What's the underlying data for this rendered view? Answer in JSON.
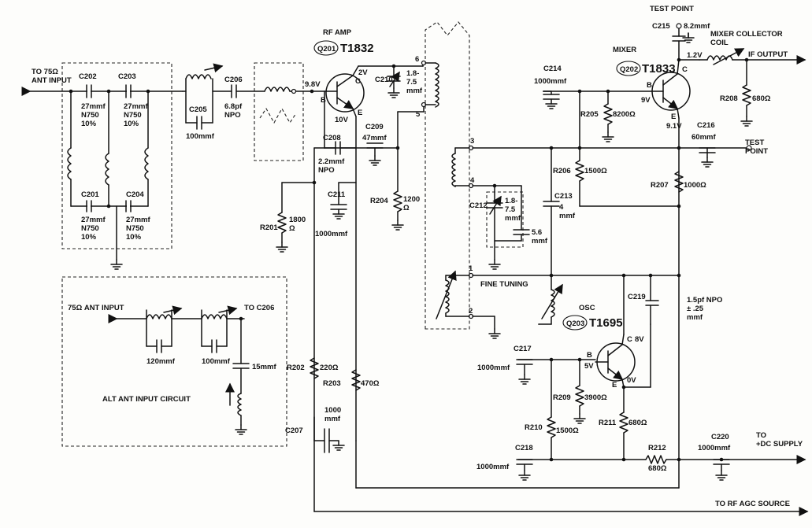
{
  "labels": {
    "ant_in": "TO 75Ω\nANT INPUT",
    "c202": "C202",
    "c202v": "27mmf\nN750\n10%",
    "c203": "C203",
    "c203v": "27mmf\nN750\n10%",
    "c201": "C201",
    "c201v": "27mmf\nN750\n10%",
    "c204": "C204",
    "c204v": "27mmf\nN750\n10%",
    "c205": "C205",
    "c205v": "100mmf",
    "c206": "C206",
    "c206v": "6.8pf\nNPO",
    "rfamp": "RF AMP",
    "q201": "Q201",
    "t1832": "T1832",
    "v98": "9.8V",
    "v2": "2V",
    "v10": "10V",
    "b": "B",
    "c": "C",
    "e": "E",
    "c210": "C210",
    "c210v": "1.8-\n7.5\nmmf",
    "c209": "C209",
    "c209v": "47mmf",
    "c208": "C208",
    "c208v": "2.2mmf\nNPO",
    "c211": "C211",
    "c211v": "1000mmf",
    "r201": "R201",
    "r201v": "1800\nΩ",
    "r204": "R204",
    "r204v": "1200\nΩ",
    "t6": "6",
    "t5": "5",
    "t3": "3",
    "t4": "4",
    "t1": "1",
    "t2": "2",
    "c212": "C212",
    "c212v": "1.8-\n7.5\nmmf",
    "c212b": "5.6\nmmf",
    "c213": "C213",
    "c213v": "4\nmmf",
    "c214": "C214",
    "c214v": "1000mmf",
    "testpoint": "TEST POINT",
    "c215": "C215",
    "c215v": "8.2mmf",
    "mixer": "MIXER",
    "q202": "Q202",
    "t1833": "T1833",
    "mixcoil": "MIXER COLLECTOR\nCOIL",
    "v12": "1.2V",
    "ifout": "IF OUTPUT",
    "v9": "9V",
    "v91": "9.1V",
    "r205": "R205",
    "r205v": "8200Ω",
    "r208": "R208",
    "r208v": "680Ω",
    "c216": "C216",
    "c216v": "60mmf",
    "testpoint2": "TEST\nPOINT",
    "r206": "R206",
    "r206v": "1500Ω",
    "r207": "R207",
    "r207v": "1000Ω",
    "finetuning": "FINE TUNING",
    "c219": "C219",
    "c219v": "1.5pf NPO\n± .25\nmmf",
    "osc": "OSC",
    "q203": "Q203",
    "t1695": "T1695",
    "v8": "8V",
    "v5": "5V",
    "v0": "0V",
    "c217": "C217",
    "c217v": "1000mmf",
    "r209": "R209",
    "r209v": "3900Ω",
    "r210": "R210",
    "r210v": "1500Ω",
    "r211": "R211",
    "r211v": "680Ω",
    "c218": "C218",
    "c218v": "1000mmf",
    "r212": "R212",
    "r212v": "680Ω",
    "c220": "C220",
    "c220v": "1000mmf",
    "dcsupply": "TO\n+DC SUPPLY",
    "rfagc": "TO RF AGC SOURCE",
    "r202": "R202",
    "r202v": "220Ω",
    "r203": "R203",
    "r203v": "470Ω",
    "c207": "C207",
    "c207v": "1000\nmmf",
    "alt_in": "75Ω ANT INPUT",
    "alt_to": "TO C206",
    "alt_c1": "120mmf",
    "alt_c2": "100mmf",
    "alt_c3": "15mmf",
    "alt_title": "ALT ANT INPUT CIRCUIT"
  }
}
